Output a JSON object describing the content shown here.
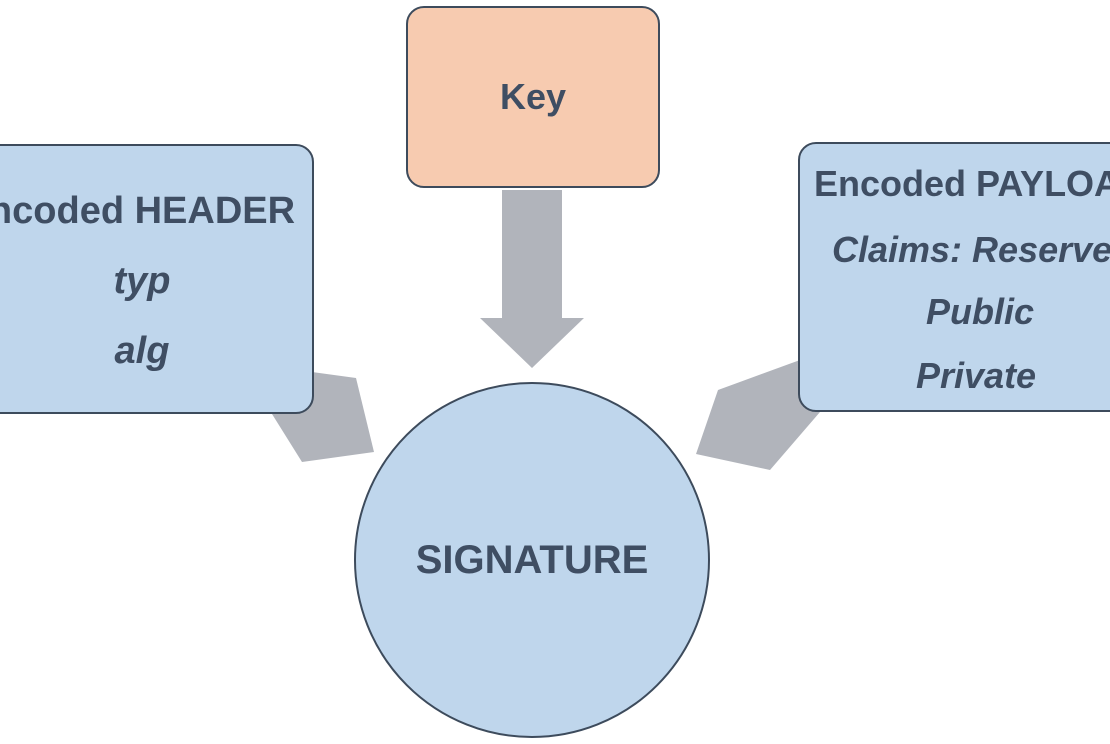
{
  "key_box": {
    "label": "Key"
  },
  "header_box": {
    "title": "ncoded HEADER",
    "lines": [
      "typ",
      "alg"
    ]
  },
  "payload_box": {
    "title": "Encoded PAYLOA",
    "lines": [
      "Claims: Reservec",
      "Public",
      "Private"
    ]
  },
  "signature": {
    "label": "SIGNATURE"
  },
  "colors": {
    "blue_fill": "#bfd6ec",
    "orange_fill": "#f7cbb0",
    "arrow_gray": "#b1b4bb",
    "text": "#3f4e63",
    "border": "#3d4b5c"
  }
}
